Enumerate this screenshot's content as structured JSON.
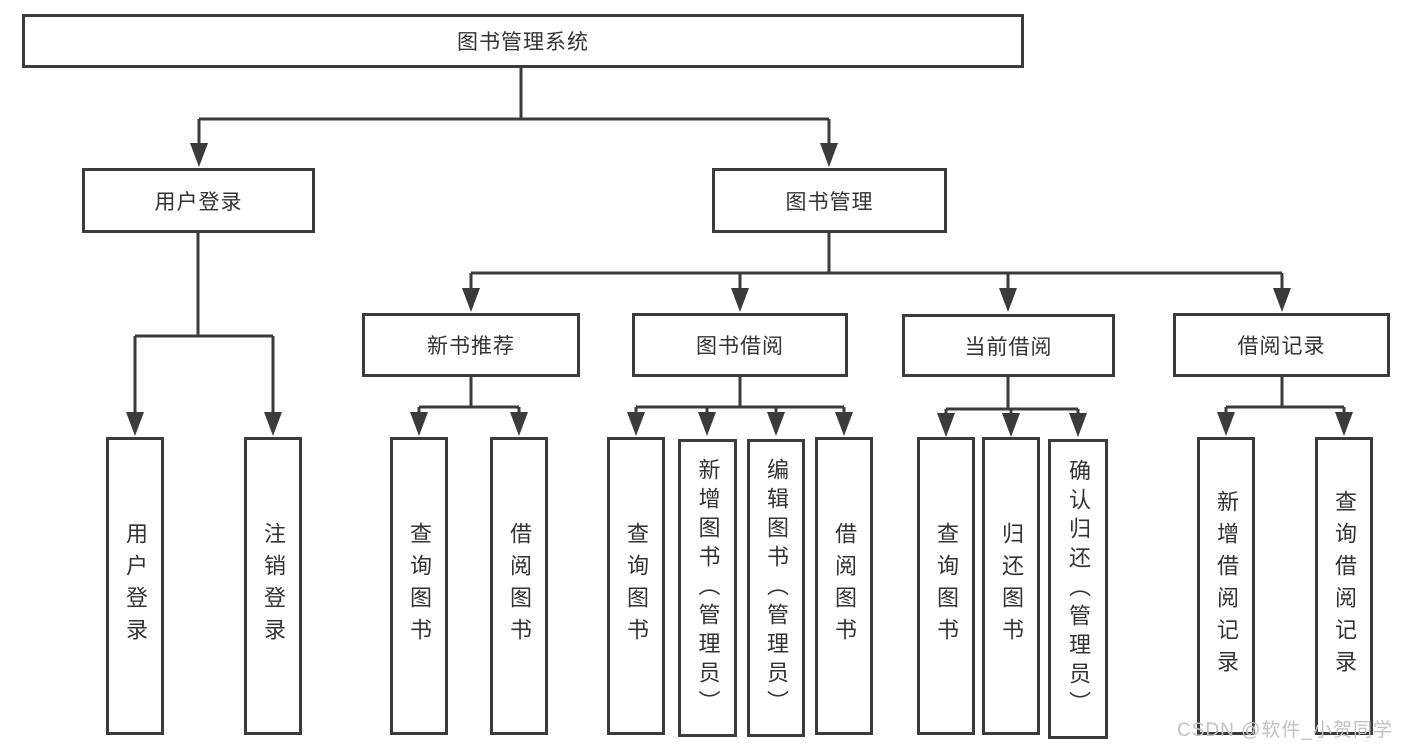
{
  "tree": {
    "label": "图书管理系统",
    "children": [
      {
        "label": "用户登录",
        "children": [
          {
            "label": "用户登录"
          },
          {
            "label": "注销登录"
          }
        ]
      },
      {
        "label": "图书管理",
        "children": [
          {
            "label": "新书推荐",
            "children": [
              {
                "label": "查询图书"
              },
              {
                "label": "借阅图书"
              }
            ]
          },
          {
            "label": "图书借阅",
            "children": [
              {
                "label": "查询图书"
              },
              {
                "label": "新增图书（管理员）"
              },
              {
                "label": "编辑图书（管理员）"
              },
              {
                "label": "借阅图书"
              }
            ]
          },
          {
            "label": "当前借阅",
            "children": [
              {
                "label": "查询图书"
              },
              {
                "label": "归还图书"
              },
              {
                "label": "确认归还（管理员）"
              }
            ]
          },
          {
            "label": "借阅记录",
            "children": [
              {
                "label": "新增借阅记录"
              },
              {
                "label": "查询借阅记录"
              }
            ]
          }
        ]
      }
    ]
  },
  "watermark": {
    "text": "CSDN @软件_小贺同学"
  },
  "colors": {
    "line": "#3b3b3b",
    "text": "#333333",
    "watermark": "#c2c2c2",
    "background": "#ffffff"
  }
}
